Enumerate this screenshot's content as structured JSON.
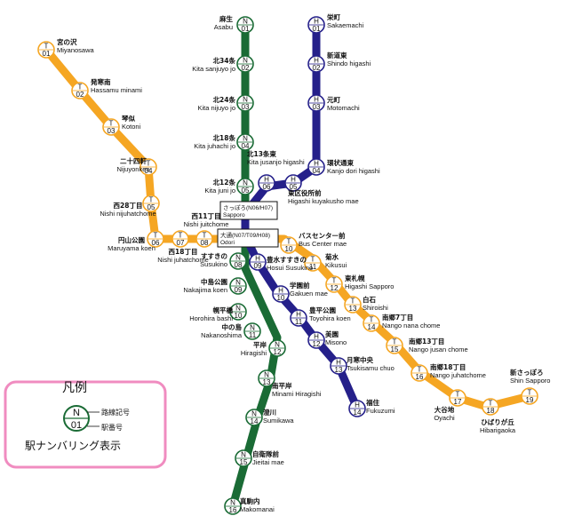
{
  "colors": {
    "namboku": "#1a6b35",
    "tozai": "#f5a623",
    "toho": "#25208a",
    "legend_border": "#f08cc0"
  },
  "legend": {
    "title": "凡例",
    "line_code_label": "路線記号",
    "station_no_label": "駅番号",
    "caption": "駅ナンバリング表示",
    "sample_line": "N",
    "sample_num": "01"
  },
  "transfer_boxes": [
    {
      "id": "sapporo",
      "ja": "さっぽろ(N06/H07)",
      "en": "Sapporo"
    },
    {
      "id": "odori",
      "ja": "大通(N07/T09/H08)",
      "en": "Odori"
    }
  ],
  "stations": [
    {
      "line": "N",
      "num": "01",
      "ja": "麻生",
      "en": "Asabu"
    },
    {
      "line": "N",
      "num": "02",
      "ja": "北34条",
      "en": "Kita sanjuyo jo"
    },
    {
      "line": "N",
      "num": "03",
      "ja": "北24条",
      "en": "Kita nijuyo jo"
    },
    {
      "line": "N",
      "num": "04",
      "ja": "北18条",
      "en": "Kita juhachi jo"
    },
    {
      "line": "N",
      "num": "05",
      "ja": "北12条",
      "en": "Kita juni jo"
    },
    {
      "line": "N",
      "num": "08",
      "ja": "すすきの",
      "en": "Susukino"
    },
    {
      "line": "N",
      "num": "09",
      "ja": "中島公園",
      "en": "Nakajima koen"
    },
    {
      "line": "N",
      "num": "10",
      "ja": "幌平橋",
      "en": "Horohira bashi"
    },
    {
      "line": "N",
      "num": "11",
      "ja": "中の島",
      "en": "Nakanoshima"
    },
    {
      "line": "N",
      "num": "12",
      "ja": "平岸",
      "en": "Hiragishi"
    },
    {
      "line": "N",
      "num": "13",
      "ja": "南平岸",
      "en": "Minami Hiragishi"
    },
    {
      "line": "N",
      "num": "14",
      "ja": "澄川",
      "en": "Sumikawa"
    },
    {
      "line": "N",
      "num": "15",
      "ja": "自衛隊前",
      "en": "Jieitai mae"
    },
    {
      "line": "N",
      "num": "16",
      "ja": "真駒内",
      "en": "Makomanai"
    },
    {
      "line": "T",
      "num": "01",
      "ja": "宮の沢",
      "en": "Miyanosawa"
    },
    {
      "line": "T",
      "num": "02",
      "ja": "発寒南",
      "en": "Hassamu minami"
    },
    {
      "line": "T",
      "num": "03",
      "ja": "琴似",
      "en": "Kotoni"
    },
    {
      "line": "T",
      "num": "04",
      "ja": "二十四軒",
      "en": "Nijuyonken"
    },
    {
      "line": "T",
      "num": "05",
      "ja": "西28丁目",
      "en": "Nishi nijuhatchome"
    },
    {
      "line": "T",
      "num": "06",
      "ja": "円山公園",
      "en": "Maruyama koen"
    },
    {
      "line": "T",
      "num": "07",
      "ja": "西18丁目",
      "en": "Nishi juhatchome"
    },
    {
      "line": "T",
      "num": "08",
      "ja": "西11丁目",
      "en": "Nishi juitchome"
    },
    {
      "line": "T",
      "num": "10",
      "ja": "バスセンター前",
      "en": "Bus Center mae"
    },
    {
      "line": "T",
      "num": "11",
      "ja": "菊水",
      "en": "Kikusui"
    },
    {
      "line": "T",
      "num": "12",
      "ja": "東札幌",
      "en": "Higashi Sapporo"
    },
    {
      "line": "T",
      "num": "13",
      "ja": "白石",
      "en": "Shiroishi"
    },
    {
      "line": "T",
      "num": "14",
      "ja": "南郷7丁目",
      "en": "Nango nana chome"
    },
    {
      "line": "T",
      "num": "15",
      "ja": "南郷13丁目",
      "en": "Nango jusan chome"
    },
    {
      "line": "T",
      "num": "16",
      "ja": "南郷18丁目",
      "en": "Nango juhatchome"
    },
    {
      "line": "T",
      "num": "17",
      "ja": "大谷地",
      "en": "Oyachi"
    },
    {
      "line": "T",
      "num": "18",
      "ja": "ひばりが丘",
      "en": "Hibarigaoka"
    },
    {
      "line": "T",
      "num": "19",
      "ja": "新さっぽろ",
      "en": "Shin Sapporo"
    },
    {
      "line": "H",
      "num": "01",
      "ja": "栄町",
      "en": "Sakaemachi"
    },
    {
      "line": "H",
      "num": "02",
      "ja": "新道東",
      "en": "Shindo higashi"
    },
    {
      "line": "H",
      "num": "03",
      "ja": "元町",
      "en": "Motomachi"
    },
    {
      "line": "H",
      "num": "04",
      "ja": "環状通東",
      "en": "Kanjo dori higashi"
    },
    {
      "line": "H",
      "num": "05",
      "ja": "東区役所前",
      "en": "Higashi kuyakusho mae"
    },
    {
      "line": "H",
      "num": "06",
      "ja": "北13条東",
      "en": "Kita jusanjo higashi"
    },
    {
      "line": "H",
      "num": "09",
      "ja": "豊水すすきの",
      "en": "Hosui Susukino"
    },
    {
      "line": "H",
      "num": "10",
      "ja": "学園前",
      "en": "Gakuen mae"
    },
    {
      "line": "H",
      "num": "11",
      "ja": "豊平公園",
      "en": "Toyohira koen"
    },
    {
      "line": "H",
      "num": "12",
      "ja": "美園",
      "en": "Misono"
    },
    {
      "line": "H",
      "num": "13",
      "ja": "月寒中央",
      "en": "Tsukisamu chuo"
    },
    {
      "line": "H",
      "num": "14",
      "ja": "福住",
      "en": "Fukuzumi"
    }
  ]
}
